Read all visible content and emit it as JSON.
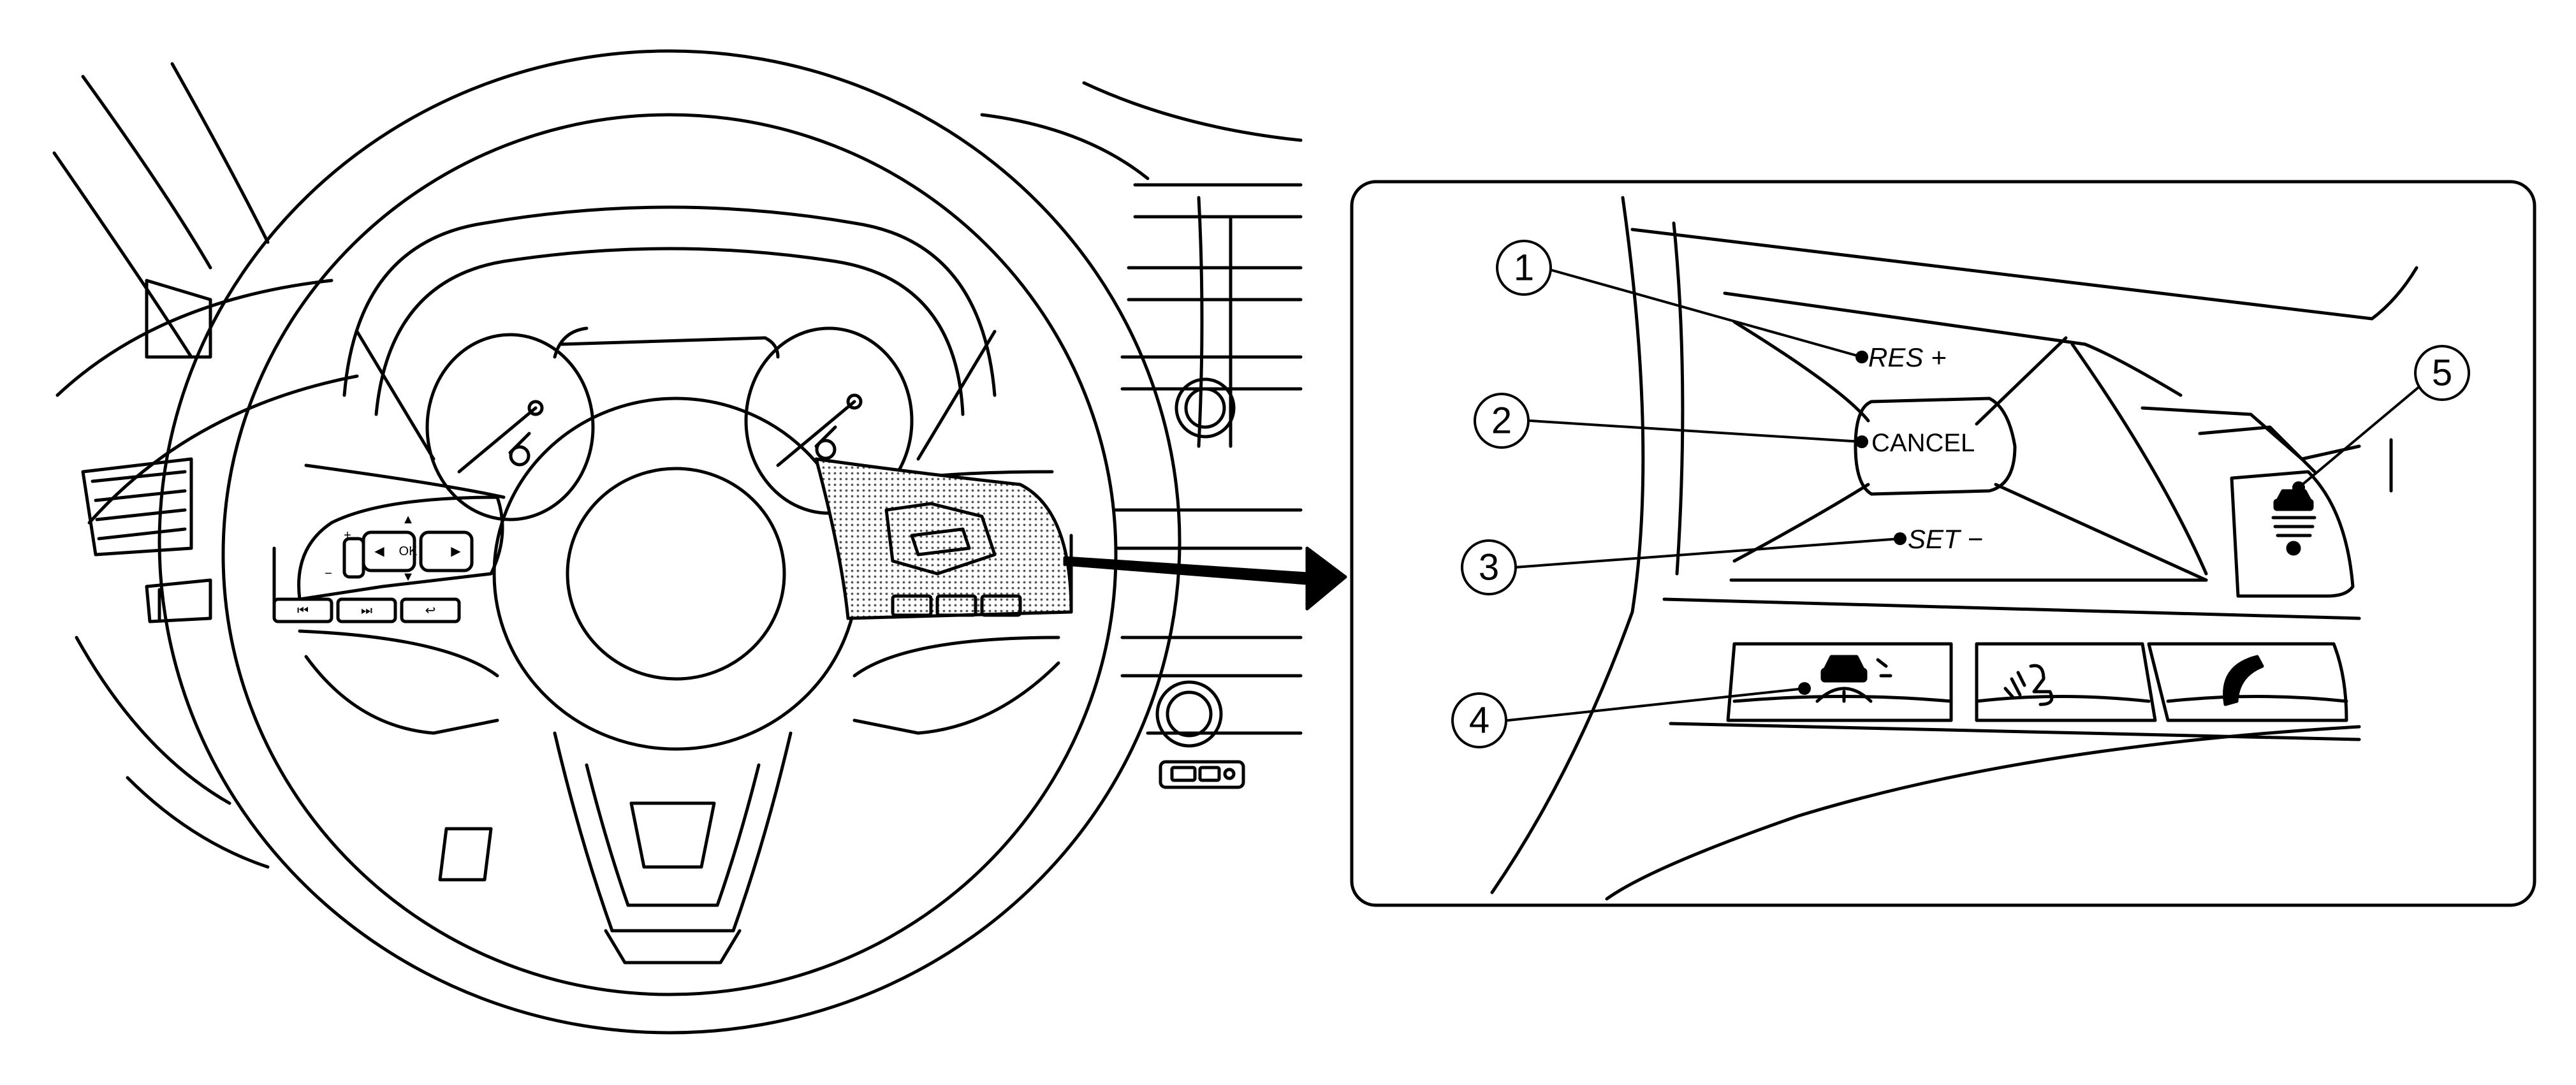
{
  "callouts": [
    {
      "number": "1",
      "label": "RES +"
    },
    {
      "number": "2",
      "label": "CANCEL"
    },
    {
      "number": "3",
      "label": "SET −"
    },
    {
      "number": "4",
      "label": ""
    },
    {
      "number": "5",
      "label": ""
    }
  ],
  "left_switch_labels": {
    "plus": "+",
    "minus": "−",
    "ok": "OK",
    "up": "▲",
    "down": "▼",
    "left": "◀",
    "right": "▶",
    "prev": "⏮",
    "next": "⏭",
    "back": "↩"
  },
  "icons": {
    "cruise_icon": "adaptive-cruise-icon",
    "voice_icon": "voice-command-icon",
    "phone_icon": "phone-icon",
    "distance_icon": "distance-setting-icon",
    "arrow_icon": "pointer-arrow-icon"
  },
  "colors": {
    "line": "#000000",
    "background": "#ffffff",
    "hatch": "#8a8a8a"
  }
}
